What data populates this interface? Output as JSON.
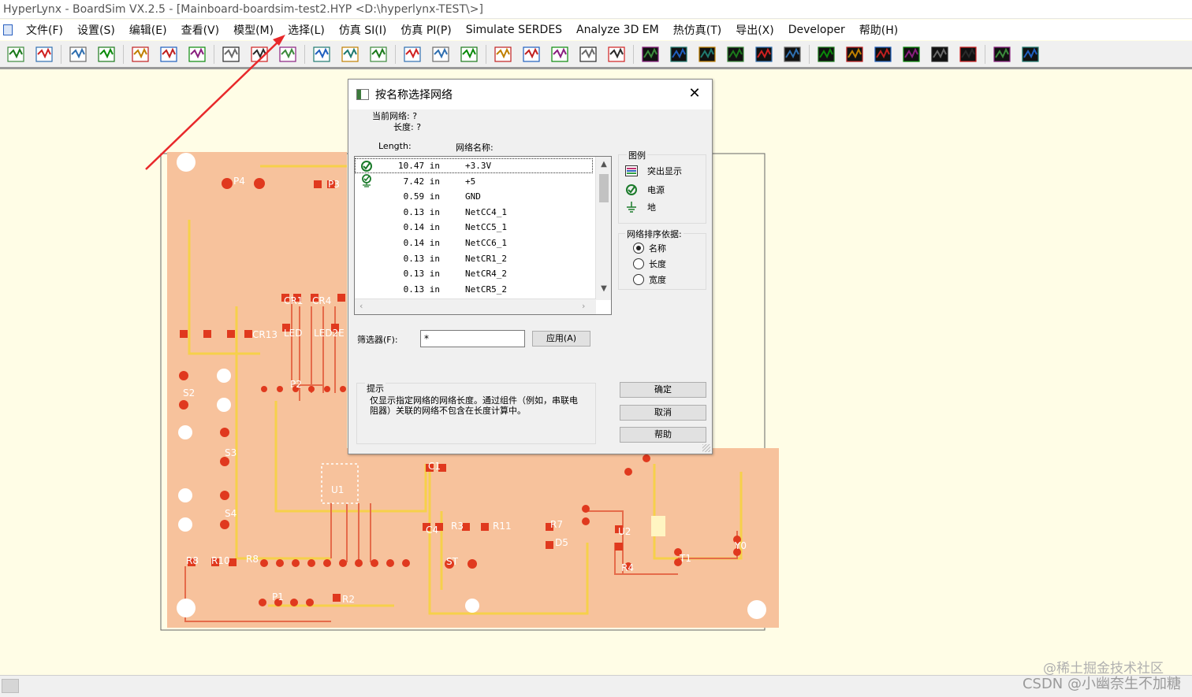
{
  "window": {
    "title": "HyperLynx - BoardSim VX.2.5 - [Mainboard-boardsim-test2.HYP <D:\\hyperlynx-TEST\\>]"
  },
  "menu": [
    {
      "label": "文件(F)"
    },
    {
      "label": "设置(S)"
    },
    {
      "label": "编辑(E)"
    },
    {
      "label": "查看(V)"
    },
    {
      "label": "模型(M)"
    },
    {
      "label": "选择(L)"
    },
    {
      "label": "仿真 SI(I)"
    },
    {
      "label": "仿真 PI(P)"
    },
    {
      "label": "Simulate SERDES"
    },
    {
      "label": "Analyze 3D EM"
    },
    {
      "label": "热仿真(T)"
    },
    {
      "label": "导出(X)"
    },
    {
      "label": "Developer"
    },
    {
      "label": "帮助(H)"
    }
  ],
  "toolbar_icons": [
    "open-board-icon",
    "open-file-icon",
    "new-icon",
    "save-icon",
    "print-icon",
    "export-icon",
    "layer-stackup-icon",
    "zoom-in-icon",
    "zoom-out-icon",
    "zoom-fit-icon",
    "netlist-icon",
    "pin-icon",
    "report-icon",
    "net-icon",
    "probe-icon",
    "waveform-icon",
    "crosstalk-icon",
    "select-net-icon",
    "terminator-icon",
    "coupling-icon",
    "signal-icon",
    "eye-icon",
    "graph-icon",
    "scope-icon",
    "spectrum-icon",
    "impedance-icon",
    "bar-chart-icon",
    "sweep-icon",
    "ddr-icon",
    "analyzer-icon",
    "sparam-icon",
    "model-icon",
    "ami-icon",
    "color-icon",
    "batch-icon"
  ],
  "canvas": {
    "labels": [
      "P4",
      "P3",
      "CR1",
      "CR4",
      "CR13",
      "LED",
      "LED2E",
      "S2",
      "S3",
      "S4",
      "P2",
      "U1",
      "C1",
      "R8",
      "R10",
      "R8",
      "P1",
      "R2",
      "R3",
      "C4",
      "R11",
      "R7",
      "D5",
      "U2",
      "R4",
      "ST",
      "T1",
      "Y0"
    ]
  },
  "dialog": {
    "title": "按名称选择网络",
    "current_net_label": "当前网络:  ?",
    "length_label": "长度:  ?",
    "col_length": "Length:",
    "col_name": "网络名称:",
    "rows": [
      {
        "icon": "power-icon",
        "length": "10.47 in",
        "name": "+3.3V",
        "selected": true
      },
      {
        "icon": "power-ground-icon",
        "length": "7.42 in",
        "name": "+5"
      },
      {
        "icon": "",
        "length": "0.59 in",
        "name": "GND"
      },
      {
        "icon": "",
        "length": "0.13 in",
        "name": "NetCC4_1"
      },
      {
        "icon": "",
        "length": "0.14 in",
        "name": "NetCC5_1"
      },
      {
        "icon": "",
        "length": "0.14 in",
        "name": "NetCC6_1"
      },
      {
        "icon": "",
        "length": "0.13 in",
        "name": "NetCR1_2"
      },
      {
        "icon": "",
        "length": "0.13 in",
        "name": "NetCR4_2"
      },
      {
        "icon": "",
        "length": "0.13 in",
        "name": "NetCR5_2"
      }
    ],
    "legend": {
      "title": "图例",
      "items": [
        {
          "icon": "highlight-icon",
          "label": "突出显示"
        },
        {
          "icon": "power-icon",
          "label": "电源"
        },
        {
          "icon": "ground-icon",
          "label": "地"
        }
      ]
    },
    "sort": {
      "title": "网络排序依据:",
      "options": [
        {
          "label": "名称",
          "checked": true
        },
        {
          "label": "长度",
          "checked": false
        },
        {
          "label": "宽度",
          "checked": false
        }
      ]
    },
    "filter_label": "筛选器(F):",
    "filter_value": "*",
    "apply_label": "应用(A)",
    "hint_title": "提示",
    "hint_body": "仅显示指定网络的网络长度。通过组件（例如，串联电阻器）关联的网络不包含在长度计算中。",
    "ok_label": "确定",
    "cancel_label": "取消",
    "help_label": "帮助"
  },
  "watermark": {
    "line1": "@稀土掘金技术社区",
    "line2": "CSDN @小幽奈生不加糖"
  },
  "colors": {
    "board": "#f7c29c",
    "trace": "#f6d04a",
    "pad": "#e0391e",
    "arrow": "#e8282a",
    "background": "#fffde6"
  }
}
